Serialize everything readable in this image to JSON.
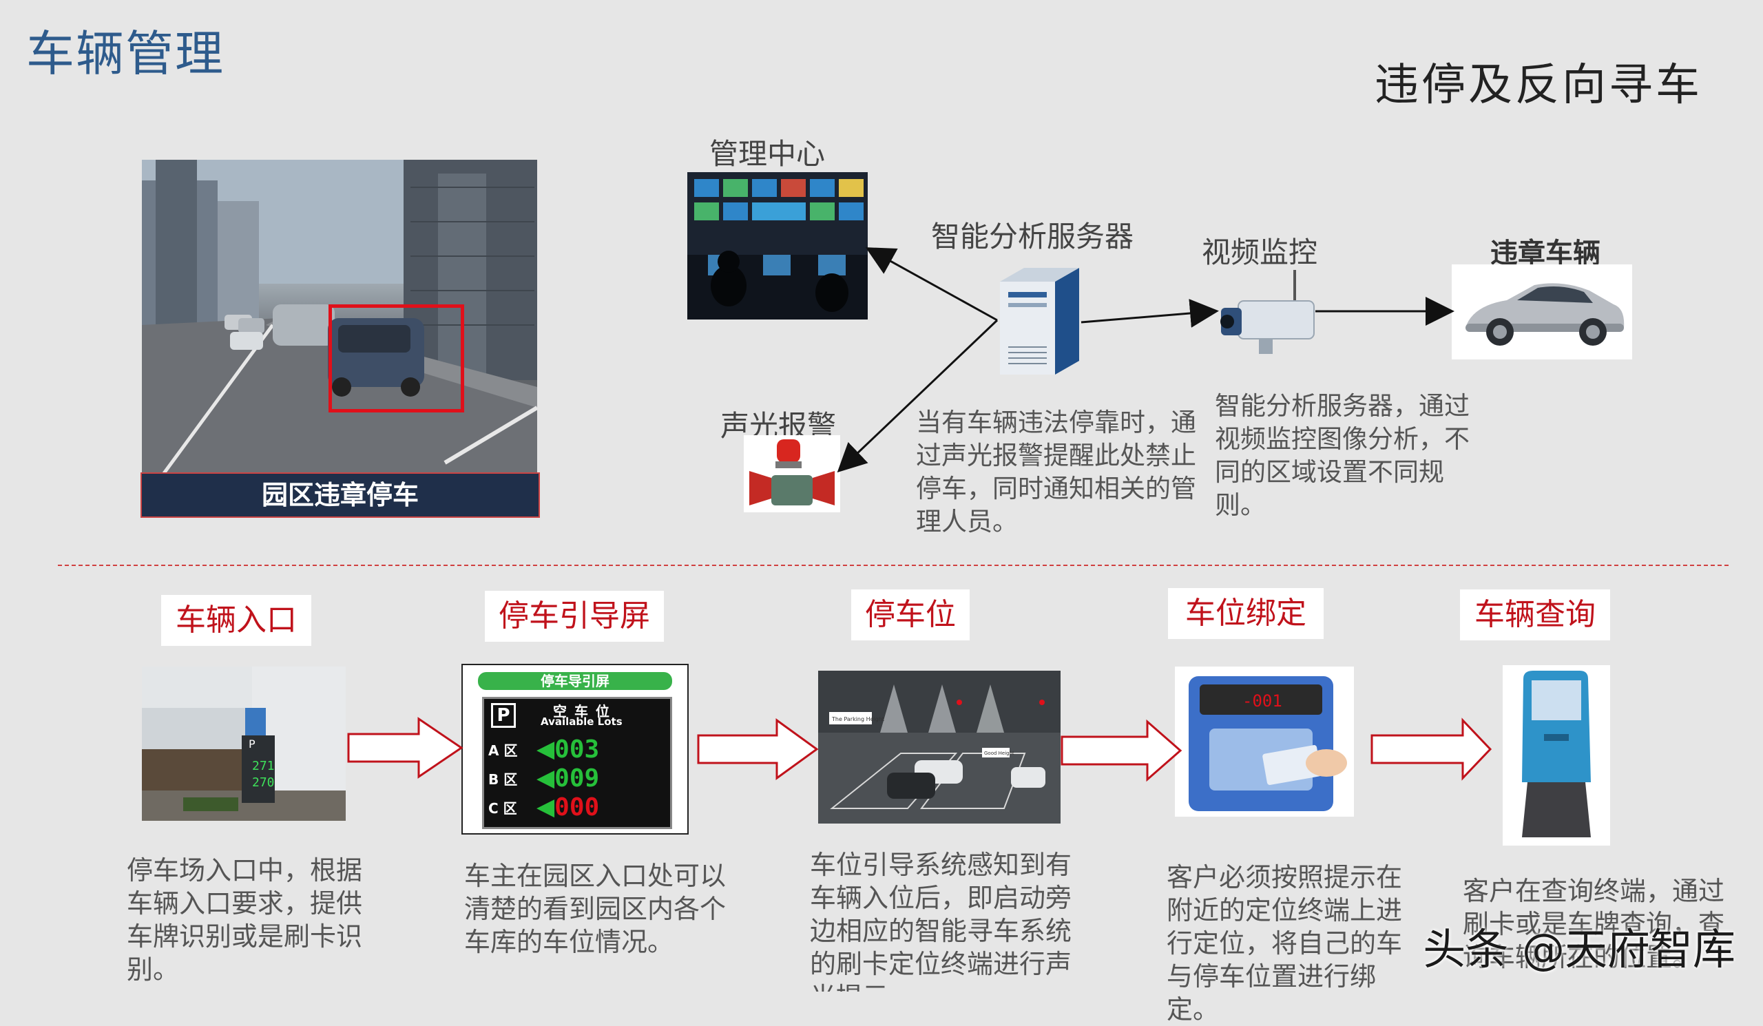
{
  "page": {
    "title": "车辆管理",
    "subtitle": "违停及反向寻车"
  },
  "top": {
    "management_center": "管理中心",
    "analysis_server": "智能分析服务器",
    "video_monitor": "视频监控",
    "violation_vehicle": "违章车辆",
    "alarm": "声光报警",
    "street_caption": "园区违章停车",
    "alarm_desc": "当有车辆违法停靠时，通过声光报警提醒此处禁止停车，同时通知相关的管理人员。",
    "server_desc": "智能分析服务器，通过视频监控图像分析，不同的区域设置不同规则。"
  },
  "steps": [
    {
      "label": "车辆入口",
      "desc": "停车场入口中，根据车辆入口要求，提供车牌识别或是刷卡识别。"
    },
    {
      "label": "停车引导屏",
      "desc": "车主在园区入口处可以清楚的看到园区内各个车库的车位情况。"
    },
    {
      "label": "停车位",
      "desc": "车位引导系统感知到有车辆入位后，即启动旁边相应的智能寻车系统的刷卡定位终端进行声光提示。"
    },
    {
      "label": "车位绑定",
      "desc": "客户必须按照提示在附近的定位终端上进行定位，将自己的车与停车位置进行绑定。"
    },
    {
      "label": "车辆查询",
      "desc": "客户在查询终端，通过刷卡或是车牌查询，查询车辆所在的位置。"
    }
  ],
  "guide_screen": {
    "header": "停车导引屏",
    "parking_symbol": "P",
    "title_cn": "空 车 位",
    "title_en": "Available Lots",
    "rows": [
      {
        "zone": "A 区",
        "value": "003",
        "color": "#26c03a"
      },
      {
        "zone": "B 区",
        "value": "009",
        "color": "#26c03a"
      },
      {
        "zone": "C 区",
        "value": "000",
        "color": "#e0101a"
      }
    ]
  },
  "parking_signs": {
    "sign1": "The Parking Height",
    "sign2": "Good Height"
  },
  "entrance_sign": {
    "line1": "271",
    "line2": "270"
  },
  "card_terminal": {
    "display": "-001"
  },
  "watermark": "头条 @天府智库",
  "colors": {
    "title": "#2e5b8c",
    "step_label": "#c0121b",
    "divider": "#d04040",
    "arrow": "#c0121b"
  }
}
